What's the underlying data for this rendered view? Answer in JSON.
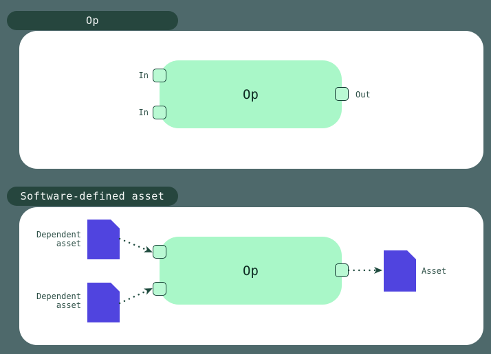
{
  "colors": {
    "background": "#4e696b",
    "panel": "#ffffff",
    "tab_bg": "#26463e",
    "tab_text": "#f5f8f7",
    "node_fill": "#a9f7c8",
    "port_fill": "#b9f9d3",
    "port_border": "#164136",
    "node_text": "#0c2821",
    "label_text": "#2e5047",
    "arrow": "#1e4a3d",
    "asset_fill": "#5044df"
  },
  "op_panel": {
    "tab_label": "Op",
    "node_label": "Op",
    "inputs": [
      {
        "label": "In"
      },
      {
        "label": "In"
      }
    ],
    "output": {
      "label": "Out"
    }
  },
  "sda_panel": {
    "tab_label": "Software-defined asset",
    "node_label": "Op",
    "dependent_assets": [
      {
        "label": "Dependent asset"
      },
      {
        "label": "Dependent asset"
      }
    ],
    "output_asset": {
      "label": "Asset"
    }
  }
}
